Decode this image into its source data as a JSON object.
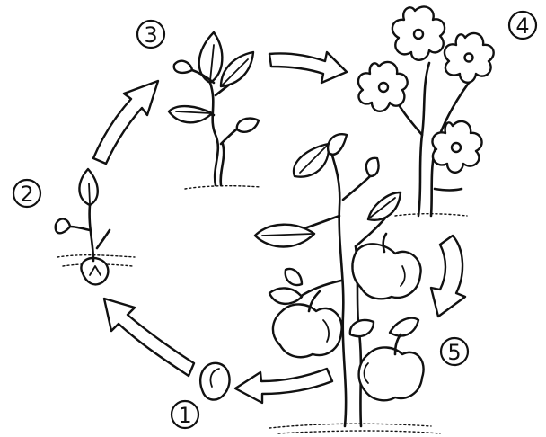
{
  "stages": [
    {
      "number": "1",
      "description_icon": "seed-icon"
    },
    {
      "number": "2",
      "description_icon": "sprout-icon"
    },
    {
      "number": "3",
      "description_icon": "young-plant-icon"
    },
    {
      "number": "4",
      "description_icon": "flowering-tree-icon"
    },
    {
      "number": "5",
      "description_icon": "fruiting-tree-icon"
    }
  ],
  "colors": {
    "line": "#111111",
    "background": "#ffffff"
  }
}
